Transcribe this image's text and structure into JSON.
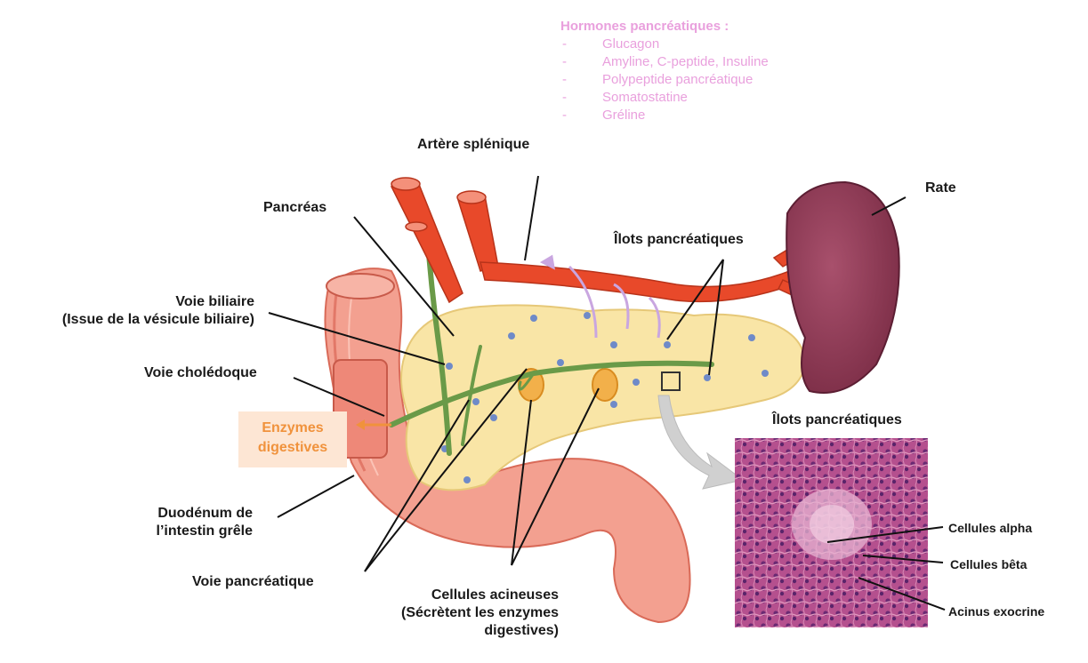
{
  "hormones": {
    "title": "Hormones pancréatiques :",
    "items": [
      "Glucagon",
      "Amyline, C-peptide, Insuline",
      "Polypeptide pancréatique",
      "Somatostatine",
      "Gréline"
    ]
  },
  "labels": {
    "artere": "Artère splénique",
    "rate": "Rate",
    "pancreas": "Pancréas",
    "ilots_top": "Îlots pancréatiques",
    "voie_biliaire_1": "Voie biliaire",
    "voie_biliaire_2": "(Issue de la vésicule biliaire)",
    "choledoque": "Voie cholédoque",
    "enzymes_1": "Enzymes",
    "enzymes_2": "digestives",
    "duodenum_1": "Duodénum de",
    "duodenum_2": "l’intestin grêle",
    "voie_pancreatique": "Voie pancréatique",
    "acineuses_1": "Cellules acineuses",
    "acineuses_2": "(Sécrètent les enzymes",
    "acineuses_3": "digestives)",
    "ilots_micro": "Îlots pancréatiques",
    "alpha": "Cellules alpha",
    "beta": "Cellules bêta",
    "acinus": "Acinus exocrine"
  },
  "colors": {
    "artery": "#e8492a",
    "pancreas": "#f8e3a0",
    "duodenum": "#f08a7a",
    "bile_duct": "#6a9a48",
    "spleen": "#8e3a55",
    "hormone_text": "#e9a0dd",
    "enzyme_text": "#f0923c",
    "histology": "#b14a87"
  }
}
